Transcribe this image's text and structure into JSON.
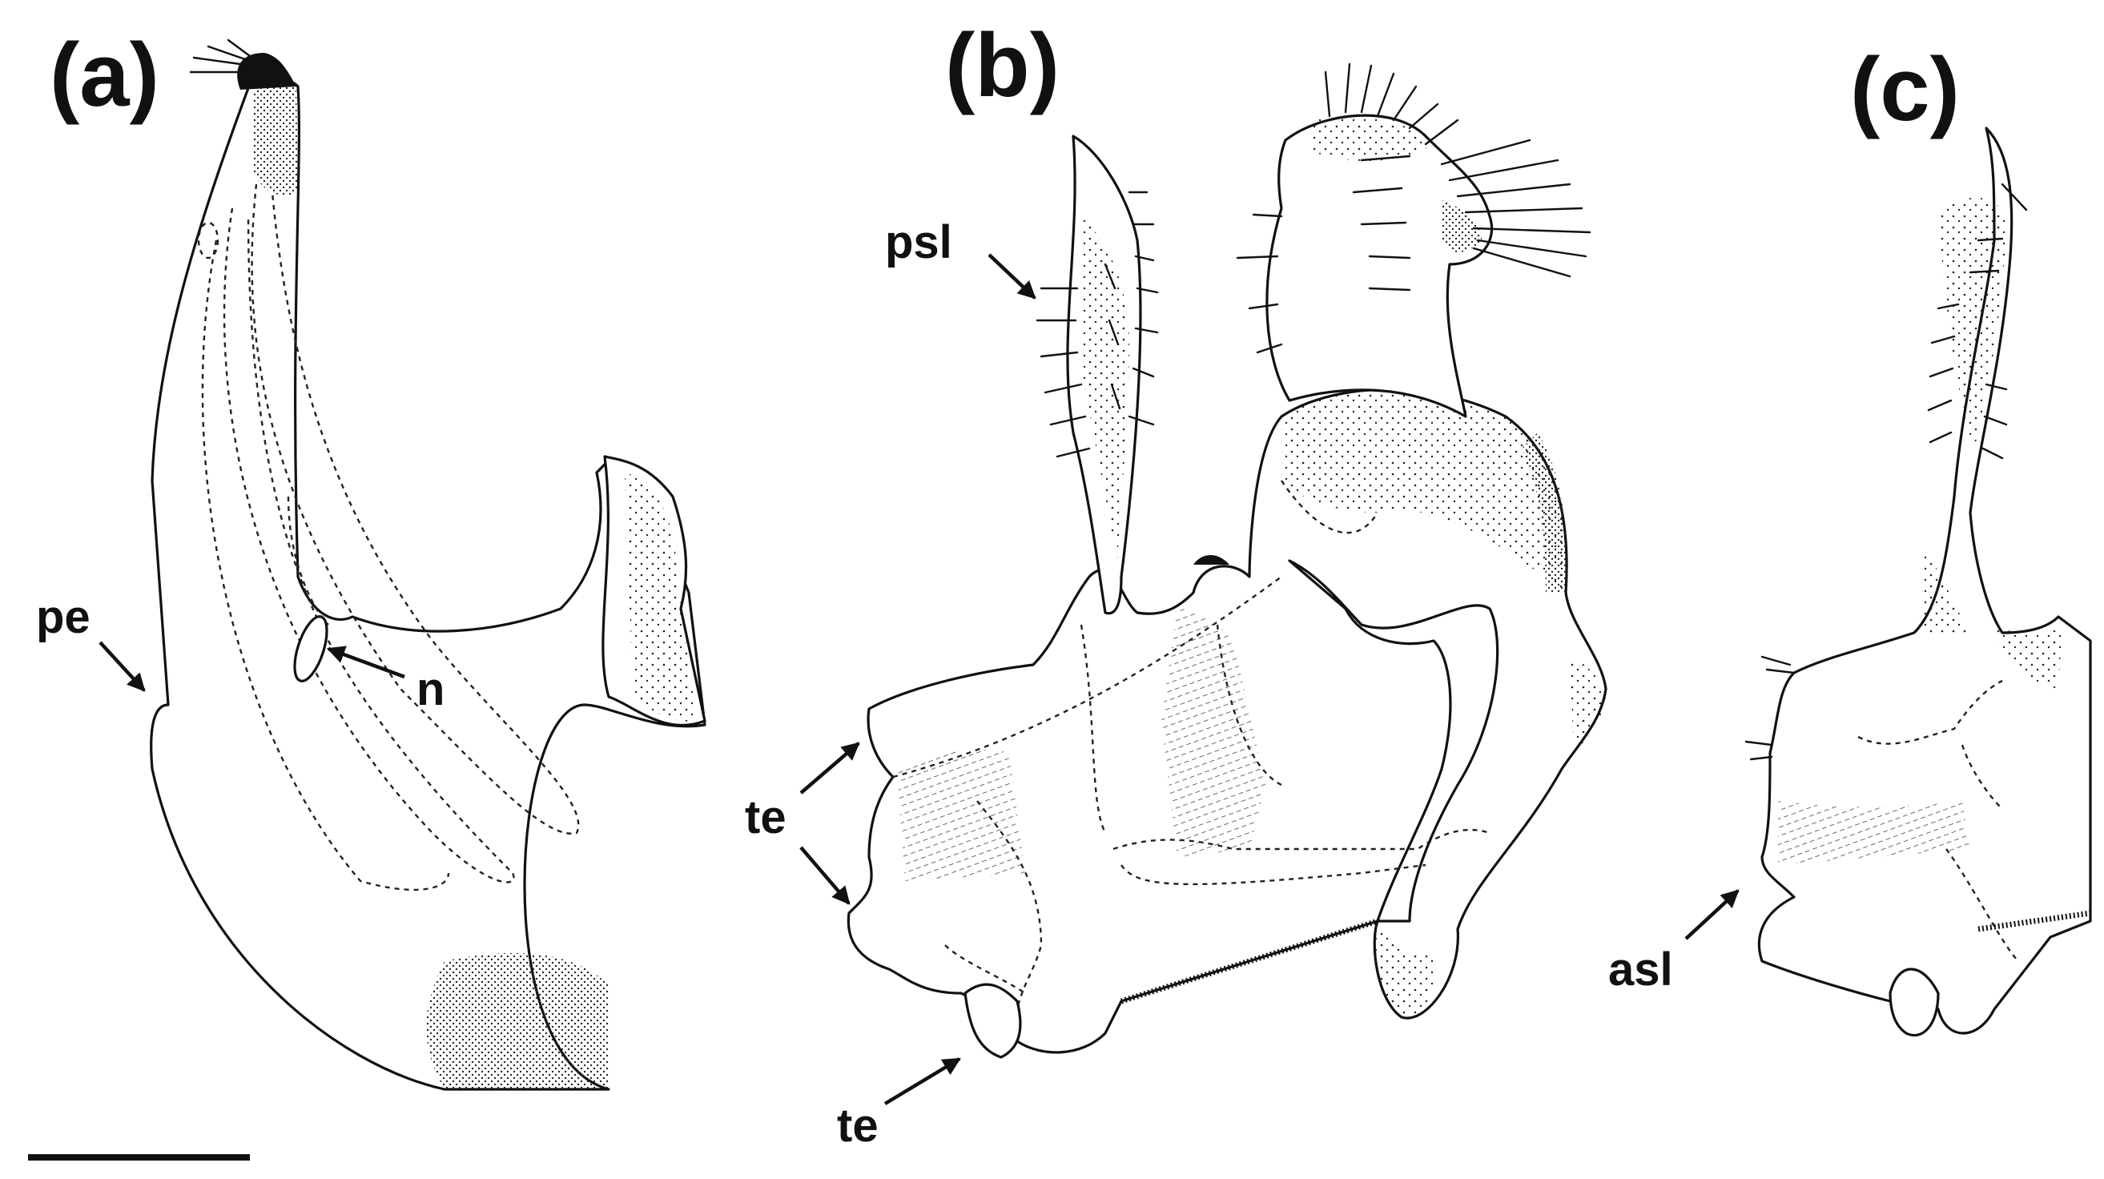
{
  "panels": {
    "a": "(a)",
    "b": "(b)",
    "c": "(c)"
  },
  "annotations": {
    "pe": "pe",
    "n": "n",
    "psl": "psl",
    "te_upper": "te",
    "te_lower": "te",
    "te_bottom": "te",
    "asl": "asl"
  }
}
